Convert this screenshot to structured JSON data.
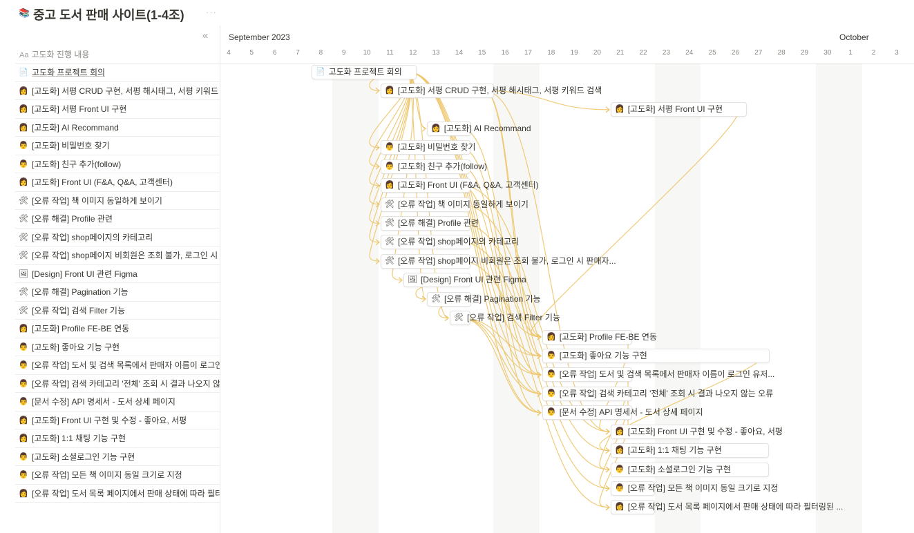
{
  "page": {
    "title": "중고 도서 판매 사이트(1-4조)",
    "icon": "📚",
    "more": "···"
  },
  "left": {
    "collapse": "«",
    "column_header": "고도화 진행 내용",
    "column_icon": "Aa"
  },
  "timeline": {
    "months": [
      {
        "label": "September 2023",
        "x": 0
      },
      {
        "label": "October",
        "x": 0
      }
    ],
    "days": [
      "4",
      "5",
      "6",
      "7",
      "8",
      "9",
      "10",
      "11",
      "12",
      "13",
      "14",
      "15",
      "16",
      "17",
      "18",
      "19",
      "20",
      "21",
      "22",
      "23",
      "24",
      "25",
      "26",
      "27",
      "28",
      "29",
      "30",
      "1",
      "2",
      "3"
    ]
  },
  "link_color": "#edc56a",
  "tasks": [
    {
      "icon": "📄",
      "label": "고도화 프로젝트 회의",
      "underline": true
    },
    {
      "icon": "👩",
      "label": "[고도화] 서평 CRUD 구현, 서평 해시태그, 서평 키워드 검색"
    },
    {
      "icon": "👩",
      "label": "[고도화] 서평 Front UI 구현"
    },
    {
      "icon": "👩",
      "label": "[고도화] AI Recommand"
    },
    {
      "icon": "👨",
      "label": "[고도화] 비밀번호 찾기"
    },
    {
      "icon": "👨",
      "label": "[고도화] 친구 추가(follow)"
    },
    {
      "icon": "👩",
      "label": "[고도화] Front UI (F&A, Q&A, 고객센터)"
    },
    {
      "icon": "🛠",
      "label": "[오류 작업] 책 이미지 동일하게 보이기"
    },
    {
      "icon": "🛠",
      "label": "[오류 해결] Profile 관련"
    },
    {
      "icon": "🛠",
      "label": "[오류 작업] shop페이지의 카테고리"
    },
    {
      "icon": "🛠",
      "label": "[오류 작업] shop페이지 비회원은 조회 불가, 로그인 시 판매자 유저와 구매자 유저 구분"
    },
    {
      "icon": "🖼",
      "label": "[Design] Front UI 관련 Figma"
    },
    {
      "icon": "🛠",
      "label": "[오류 해결] Pagination 기능"
    },
    {
      "icon": "🛠",
      "label": "[오류 작업] 검색 Filter 기능"
    },
    {
      "icon": "👩",
      "label": "[고도화] Profile FE-BE 연동"
    },
    {
      "icon": "👨",
      "label": "[고도화] 좋아요 기능 구현"
    },
    {
      "icon": "👨",
      "label": "[오류 작업] 도서 및 검색 목록에서 판매자 이름이 로그인 유저 이름으로 나오는 오류"
    },
    {
      "icon": "👨",
      "label": "[오류 작업] 검색 카테고리 '전체' 조회 시 결과 나오지 않는 오류"
    },
    {
      "icon": "👨",
      "label": "[문서 수정] API 명세서 - 도서 상세 페이지"
    },
    {
      "icon": "👩",
      "label": "[고도화] Front UI 구현 및 수정 - 좋아요, 서평"
    },
    {
      "icon": "👩",
      "label": "[고도화] 1:1 채팅 기능 구현"
    },
    {
      "icon": "👨",
      "label": "[고도화] 소셜로그인 기능 구현"
    },
    {
      "icon": "👨",
      "label": "[오류 작업] 모든 책 이미지 동일 크기로 지정"
    },
    {
      "icon": "👩",
      "label": "[오류 작업] 도서 목록 페이지에서 판매 상태에 따라 필터링된 도서 목록"
    }
  ],
  "bar_labels": [
    "고도화 프로젝트 회의",
    "[고도화] 서평 CRUD 구현, 서평 해시태그, 서평 키워드 검색",
    "[고도화] 서평 Front UI 구현",
    "[고도화] AI Recommand",
    "[고도화] 비밀번호 찾기",
    "[고도화] 친구 추가(follow)",
    "[고도화] Front UI (F&A, Q&A, 고객센터)",
    "[오류 작업] 책 이미지 동일하게 보이기",
    "[오류 해결] Profile 관련",
    "[오류 작업] shop페이지의 카테고리",
    "[오류 작업] shop페이지 비회원은 조회 불가, 로그인 시 판매자...",
    "[Design] Front UI 관련 Figma",
    "[오류 해결] Pagination 기능",
    "[오류 작업] 검색 Filter 기능",
    "[고도화] Profile FE-BE 연동",
    "[고도화] 좋아요 기능 구현",
    "[오류 작업] 도서 및 검색 목록에서 판매자 이름이 로그인 유저...",
    "[오류 작업] 검색 카테고리 '전체' 조회 시 결과 나오지 않는 오류",
    "[문서 수정] API 명세서 - 도서 상세 페이지",
    "[고도화] Front UI 구현 및 수정 - 좋아요, 서평",
    "[고도화] 1:1 채팅 기능 구현",
    "[고도화] 소셜로그인 기능 구현",
    "[오류 작업] 모든 책 이미지 동일 크기로 지정",
    "[오류 작업] 도서 목록 페이지에서 판매 상태에 따라 필터링된 ..."
  ]
}
